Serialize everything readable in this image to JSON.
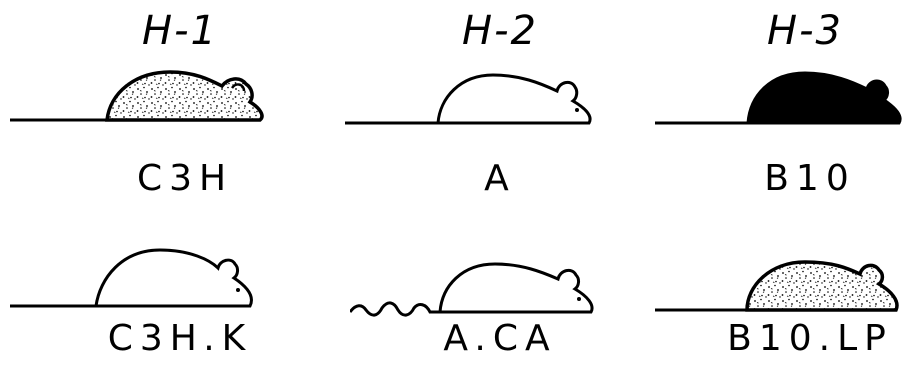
{
  "headers": [
    "H-1",
    "H-2",
    "H-3"
  ],
  "strains": {
    "row1": [
      "C3H",
      "A",
      "B10"
    ],
    "row2": [
      "C3H.K",
      "A.CA",
      "B10.LP"
    ]
  },
  "mice": {
    "c3h": {
      "fill": "stippled",
      "icon": "stippled-mouse-icon"
    },
    "a": {
      "fill": "white",
      "icon": "white-mouse-icon"
    },
    "b10": {
      "fill": "black",
      "icon": "black-mouse-icon"
    },
    "c3hk": {
      "fill": "white",
      "icon": "white-mouse-icon"
    },
    "aca": {
      "fill": "white",
      "icon": "white-mouse-wavy-tail-icon"
    },
    "b10lp": {
      "fill": "stippled",
      "icon": "stippled-mouse-icon"
    }
  },
  "colors": {
    "ink": "#000000",
    "paper": "#ffffff"
  }
}
